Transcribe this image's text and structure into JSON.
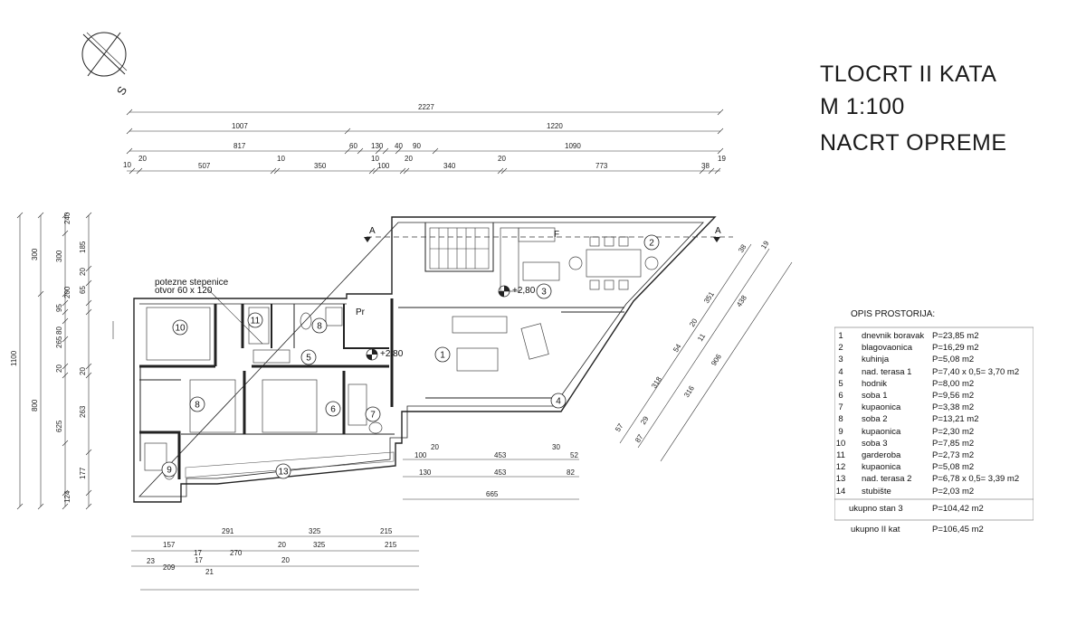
{
  "title": {
    "line1": "TLOCRT II KATA",
    "line2": "M 1:100",
    "line3": "NACRT OPREME"
  },
  "compass_label": "S",
  "section_marks": [
    "A",
    "A"
  ],
  "annotations": {
    "stair_line1": "potezne stepenice",
    "stair_line2": "otvor 60 x 120",
    "level1": "+2,80",
    "level2": "+2.80",
    "fridge": "F",
    "pr": "Pr"
  },
  "top_dimensions": {
    "row1": [
      "2227"
    ],
    "row2": [
      "1007",
      "1220"
    ],
    "row3": [
      "817",
      "60",
      "130",
      "40",
      "90",
      "1090"
    ],
    "row4": [
      "10",
      "20",
      "507",
      "10",
      "350",
      "10",
      "100",
      "20",
      "340",
      "20",
      "773",
      "38",
      "19"
    ]
  },
  "left_dimensions": {
    "outer": [
      "1100"
    ],
    "mid": [
      "300",
      "800"
    ],
    "inner": [
      "240",
      "300",
      "200",
      "95",
      "80",
      "265",
      "20",
      "625",
      "124"
    ],
    "inner2": [
      "185",
      "20",
      "65",
      "20",
      "263",
      "177"
    ]
  },
  "bottom_dimensions": {
    "row1": [
      "291",
      "325",
      "215"
    ],
    "row2": [
      "157",
      "17",
      "270",
      "20",
      "325",
      "215"
    ],
    "row3": [
      "23",
      "209",
      "17",
      "20",
      "21"
    ],
    "right": [
      "100",
      "20",
      "453",
      "30",
      "52",
      "130",
      "453",
      "82",
      "665"
    ]
  },
  "diagonal_dimensions": [
    "38",
    "19",
    "351",
    "438",
    "318",
    "316",
    "906",
    "54",
    "11",
    "57",
    "29",
    "87",
    "20"
  ],
  "room_numbers": [
    "1",
    "2",
    "3",
    "4",
    "5",
    "6",
    "7",
    "8",
    "9",
    "10",
    "11",
    "8",
    "13"
  ],
  "schedule": {
    "header": "OPIS PROSTORIJA:",
    "rooms": [
      {
        "no": "1",
        "name": "dnevnik boravak",
        "area": "P=23,85 m2"
      },
      {
        "no": "2",
        "name": "blagovaonica",
        "area": "P=16,29 m2"
      },
      {
        "no": "3",
        "name": "kuhinja",
        "area": "P=5,08 m2"
      },
      {
        "no": "4",
        "name": "nad. terasa 1",
        "area": "P=7,40 x 0,5= 3,70 m2"
      },
      {
        "no": "5",
        "name": "hodnik",
        "area": "P=8,00 m2"
      },
      {
        "no": "6",
        "name": "soba 1",
        "area": "P=9,56 m2"
      },
      {
        "no": "7",
        "name": "kupaonica",
        "area": "P=3,38 m2"
      },
      {
        "no": "8",
        "name": "soba 2",
        "area": "P=13,21 m2"
      },
      {
        "no": "9",
        "name": "kupaonica",
        "area": "P=2,30 m2"
      },
      {
        "no": "10",
        "name": "soba 3",
        "area": "P=7,85 m2"
      },
      {
        "no": "11",
        "name": "garderoba",
        "area": "P=2,73 m2"
      },
      {
        "no": "12",
        "name": "kupaonica",
        "area": "P=5,08 m2"
      },
      {
        "no": "13",
        "name": "nad. terasa 2",
        "area": "P=6,78 x 0,5= 3,39 m2"
      },
      {
        "no": "14",
        "name": "stubište",
        "area": "P=2,03 m2"
      }
    ],
    "total_stan_label": "ukupno stan 3",
    "total_stan_value": "P=104,42 m2",
    "total_kat_label": "ukupno II kat",
    "total_kat_value": "P=106,45 m2"
  },
  "colors": {
    "line": "#222222",
    "wall": "#222222",
    "hatch": "#bbbbbb",
    "dim": "#333333"
  }
}
